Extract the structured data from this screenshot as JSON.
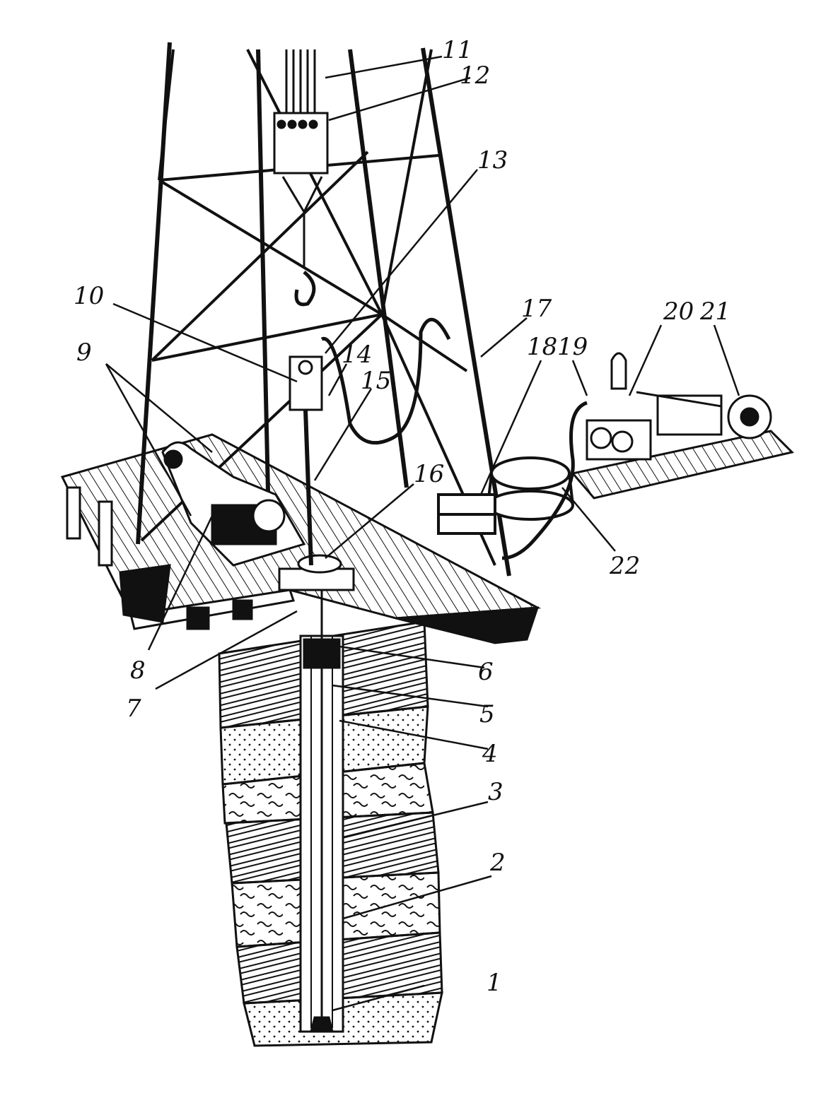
{
  "callouts": [
    {
      "id": "1",
      "text": "1"
    },
    {
      "id": "2",
      "text": "2"
    },
    {
      "id": "3",
      "text": "3"
    },
    {
      "id": "4",
      "text": "4"
    },
    {
      "id": "5",
      "text": "5"
    },
    {
      "id": "6",
      "text": "6"
    },
    {
      "id": "7",
      "text": "7"
    },
    {
      "id": "8",
      "text": "8"
    },
    {
      "id": "9",
      "text": "9"
    },
    {
      "id": "10",
      "text": "10"
    },
    {
      "id": "11",
      "text": "11"
    },
    {
      "id": "12",
      "text": "12"
    },
    {
      "id": "13",
      "text": "13"
    },
    {
      "id": "14",
      "text": "14"
    },
    {
      "id": "15",
      "text": "15"
    },
    {
      "id": "16",
      "text": "16"
    },
    {
      "id": "17",
      "text": "17"
    },
    {
      "id": "18",
      "text": "18"
    },
    {
      "id": "19",
      "text": "19"
    },
    {
      "id": "20",
      "text": "20"
    },
    {
      "id": "21",
      "text": "21"
    },
    {
      "id": "22",
      "text": "22"
    }
  ],
  "colors": {
    "ink": "#111111",
    "paper": "#ffffff"
  }
}
